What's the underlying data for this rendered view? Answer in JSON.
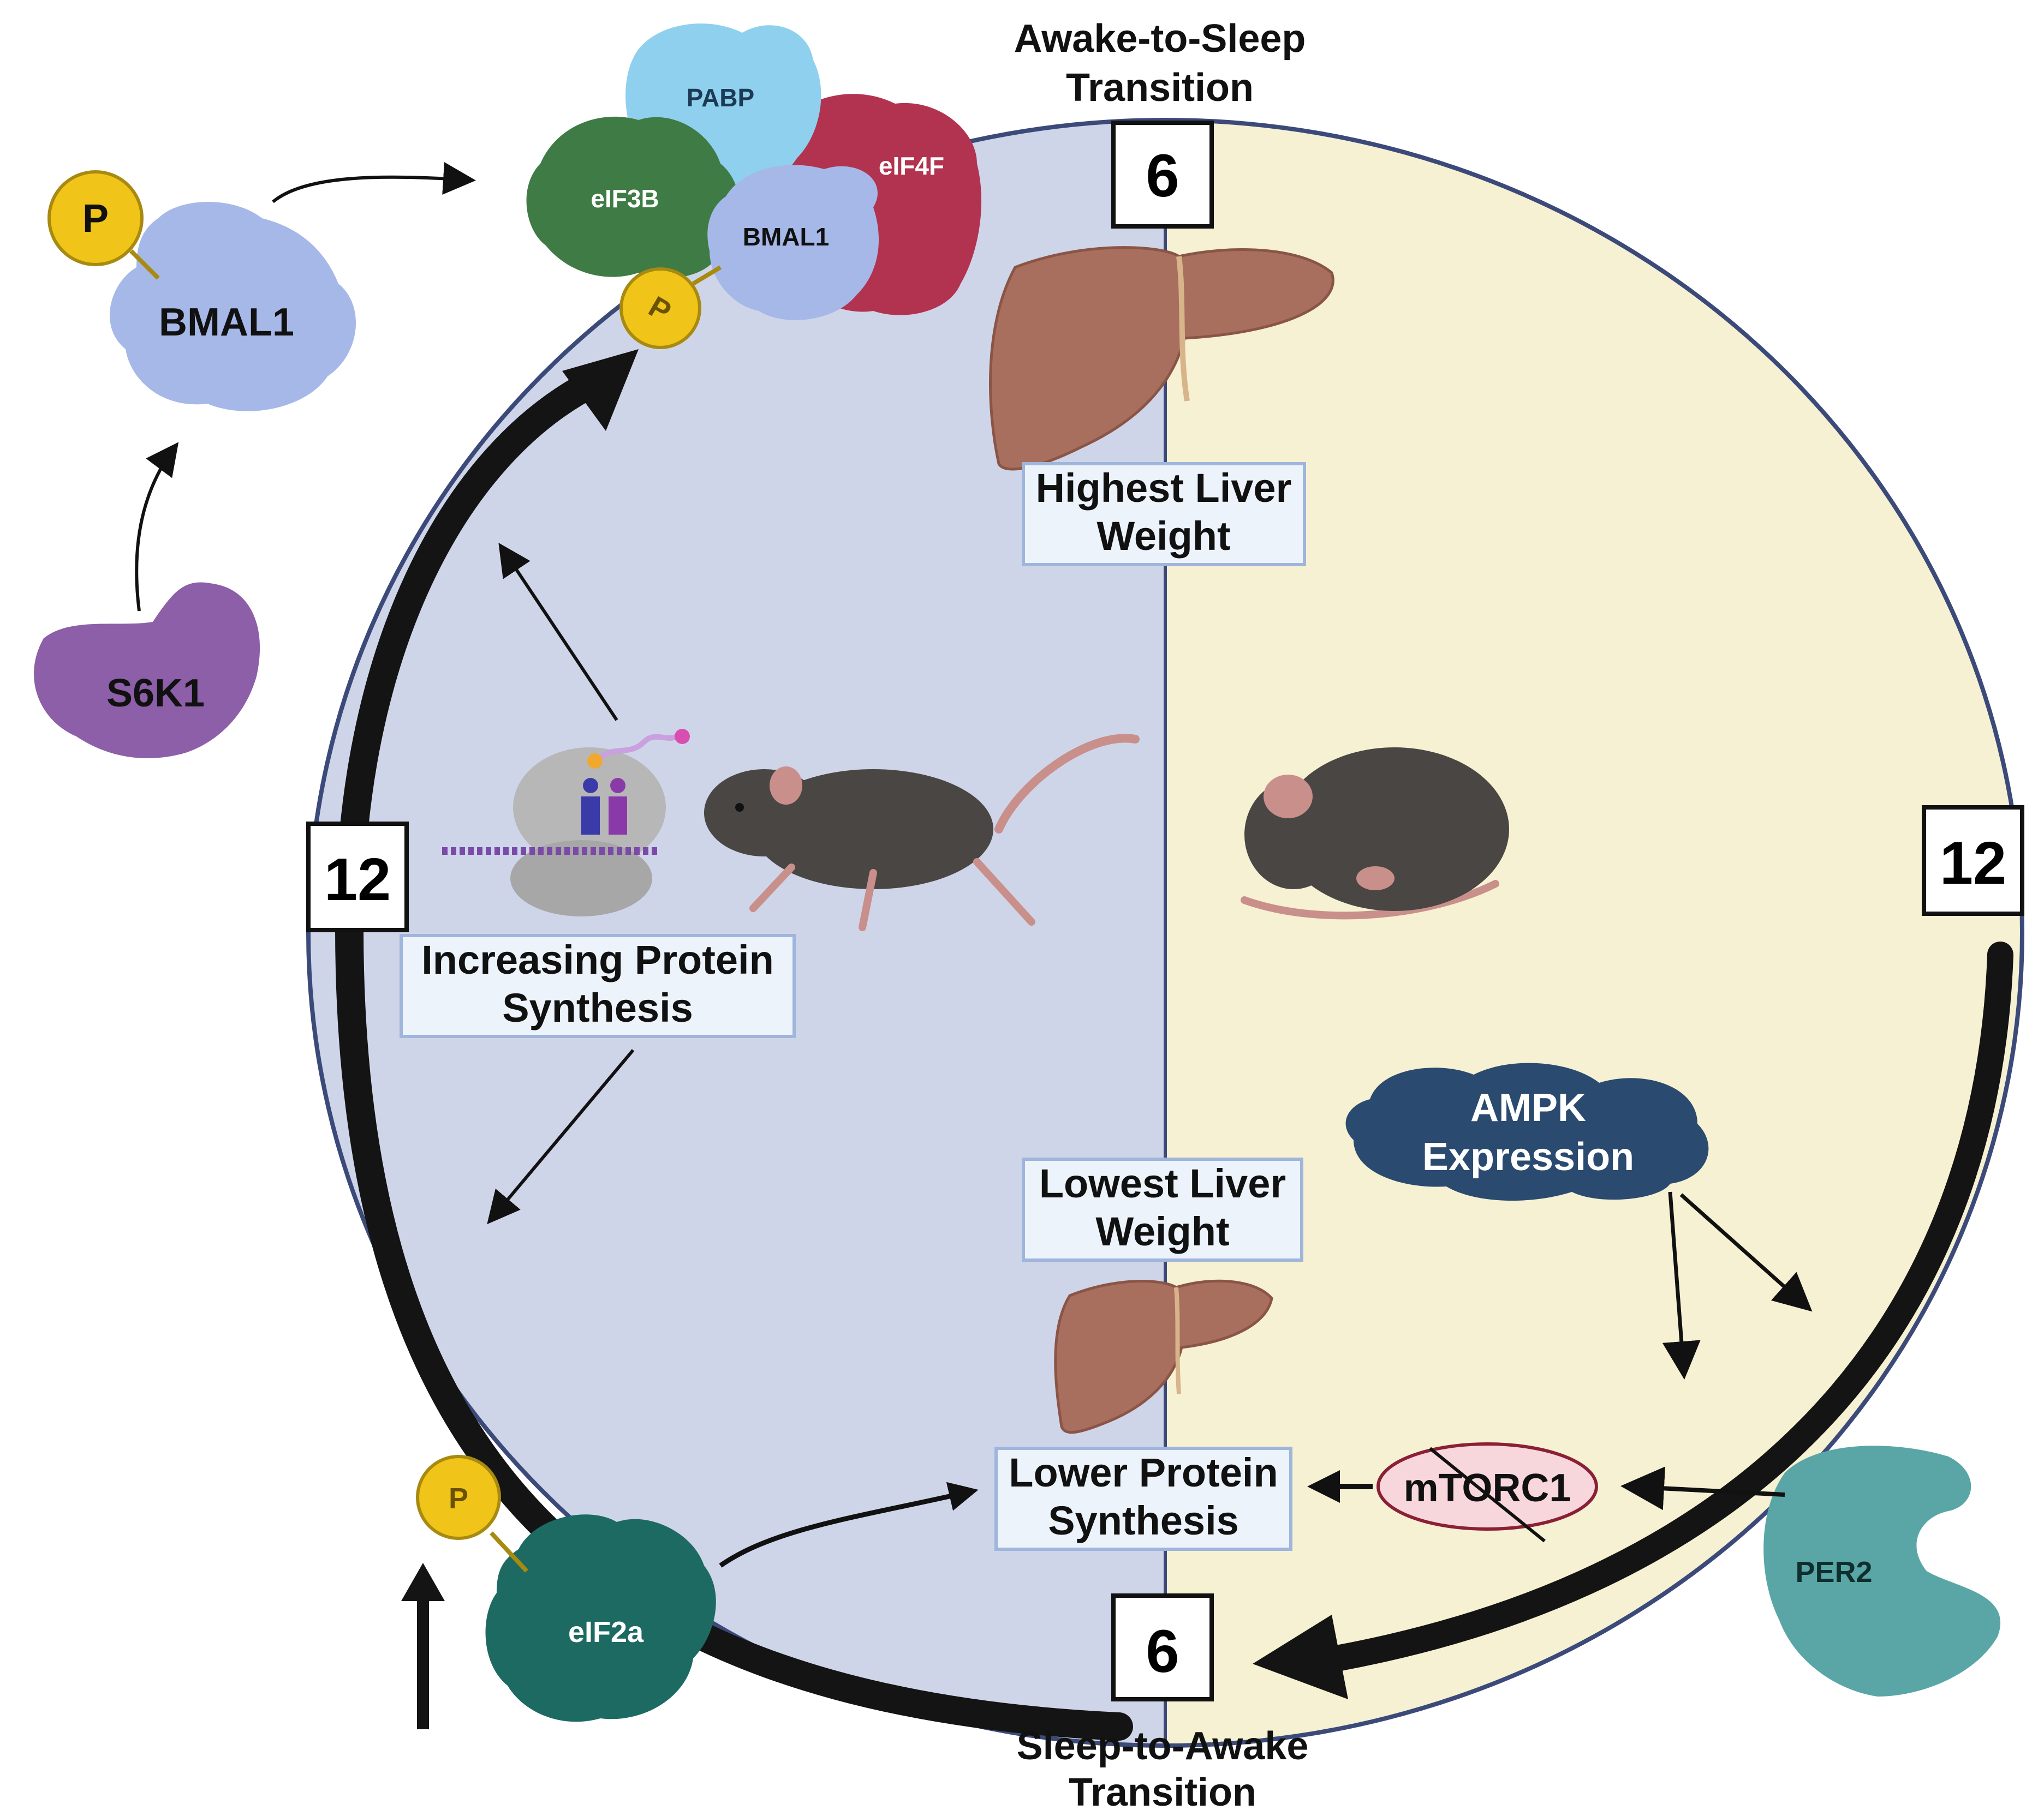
{
  "transitions": {
    "top": [
      "Awake-to-Sleep",
      "Transition"
    ],
    "bottom": [
      "Sleep-to-Awake",
      "Transition"
    ]
  },
  "clock": {
    "top": "6",
    "left": "12",
    "right": "12",
    "bottom": "6"
  },
  "boxes": {
    "highest_liver": [
      "Highest Liver",
      "Weight"
    ],
    "lowest_liver": [
      "Lowest Liver",
      "Weight"
    ],
    "increasing_synthesis": [
      "Increasing Protein",
      "Synthesis"
    ],
    "lower_synthesis": [
      "Lower Protein",
      "Synthesis"
    ]
  },
  "proteins": {
    "s6k1": "S6K1",
    "bmal1_free": "BMAL1",
    "phospho": "P",
    "pabp": "PABP",
    "eif3b": "eIF3B",
    "eif4f": "eIF4F",
    "bmal1_complex": "BMAL1",
    "ampk": [
      "AMPK",
      "Expression"
    ],
    "mtorc1": "mTORC1",
    "per2": "PER2",
    "eif2a": "eIF2a"
  },
  "colors": {
    "awake_half": "#cfd5e9",
    "sleep_half": "#f5f1d2",
    "box_fill": "#edf3fb",
    "box_border": "#9fb5dc",
    "bmal1": "#a6b8e8",
    "s6k1": "#8c5fa8",
    "pabp": "#8fd0ef",
    "eif3b": "#3f7b45",
    "eif4f": "#b2334f",
    "ampk": "#2b4a6f",
    "per2": "#5aa6a6",
    "eif2a": "#1d6a63",
    "phospho": "#f0c419",
    "mtorc1": "#f8d7dc",
    "liver": "#a86e5e",
    "mouse": "#4a4644",
    "tail": "#c98f8a"
  }
}
